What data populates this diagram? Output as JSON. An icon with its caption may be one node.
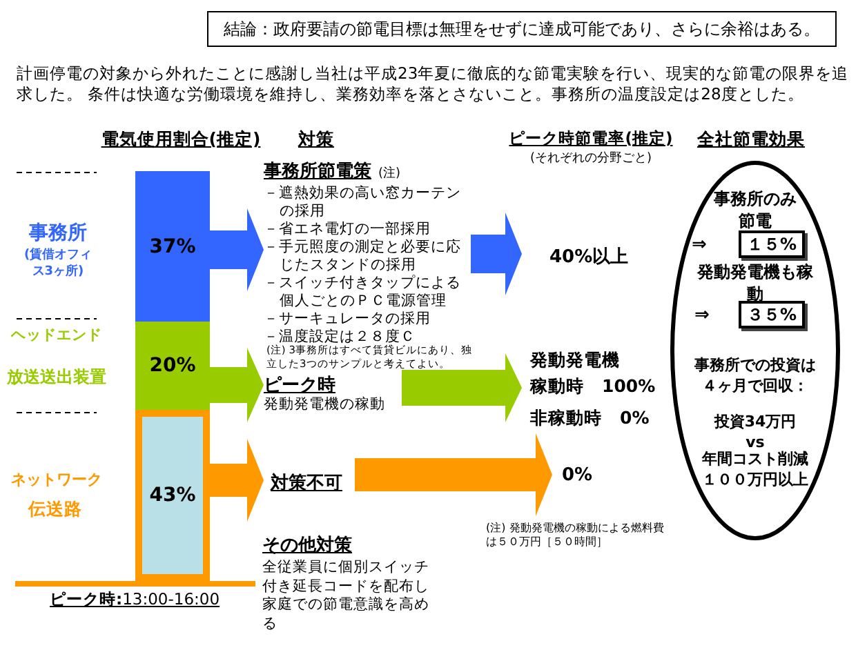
{
  "diagram": {
    "nodes": [
      {
        "text": [
          "結論：政府要請の節電目標は無理をせずに達成可能であり、さらに余裕はある。"
        ]
      },
      {
        "text": [
          "37%"
        ]
      },
      {
        "text": [
          "20%"
        ]
      },
      {
        "text": [
          "43%"
        ]
      },
      {
        "text": [
          "事務所節電策",
          "(注)",
          "－遮熱効果の高い窓カーテンの採用",
          "－省エネ電灯の一部採用",
          "－手元照度の測定と必要に応じたスタンドの採用",
          "－スイッチ付きタップによる個人ごとのＰＣ電源管理",
          "－サーキュレータの採用",
          "－温度設定は２８度Ｃ"
        ]
      },
      {
        "text": [
          "ピーク時",
          "発動発電機の稼動"
        ]
      },
      {
        "text": [
          "対策不可"
        ]
      },
      {
        "text": [
          "40%以上"
        ]
      },
      {
        "text": [
          "発動発電機",
          "稼動時　100%",
          "非稼動時　0%"
        ]
      },
      {
        "text": [
          "0%"
        ]
      },
      {
        "text": [
          "事務所のみ節電",
          "⇒",
          "発動発電機も稼動",
          "⇒",
          "事務所での投資は４ヶ月で回収：",
          "投資34万円",
          "vs",
          "年間コスト削減１００万円以上"
        ]
      },
      {
        "text": [
          "１５%"
        ],
        "in": 10
      },
      {
        "text": [
          "３５%"
        ],
        "in": 10
      }
    ],
    "edges": [
      {
        "from": 1,
        "to": 4,
        "arrow": "to",
        "color": "#3366ff"
      },
      {
        "from": 4,
        "to": 7,
        "arrow": "to",
        "color": "#3366ff"
      },
      {
        "from": 2,
        "to": 5,
        "arrow": "to",
        "color": "#99cc00"
      },
      {
        "from": 5,
        "to": 8,
        "arrow": "to",
        "color": "#99cc00"
      },
      {
        "from": 3,
        "to": 6,
        "arrow": "to",
        "color": "#ff9900"
      },
      {
        "from": 6,
        "to": 9,
        "arrow": "to",
        "color": "#ff9900"
      }
    ],
    "labels": [
      "計画停電の対象から外れたことに感謝し当社は平成23年夏に徹底的な節電実験を行い、現実的な節電の限界を追求した。 条件は快適な労働環境を維持し、業務効率を落とさないこと。事務所の温度設定は28度とした。",
      "電気使用割合(推定)",
      "対策",
      "ピーク時節電率(推定)",
      "(それぞれの分野ごと)",
      "全社節電効果",
      "事務所",
      "(賃借オフィス3ヶ所)",
      "ヘッドエンド",
      "放送送出装置",
      "(注) 3事務所はすべて賃貸ビルにあり、独立した3つのサンプルと考えてよい。",
      "ネットワーク",
      "伝送路",
      "(注) 発動発電機の稼動による燃料費は５０万円［５０時間］",
      "その他対策",
      "全従業員に個別スイッチ付き延長コードを配布し家庭での節電意識を高める",
      "**ピーク時:**13:00-16:00"
    ]
  }
}
